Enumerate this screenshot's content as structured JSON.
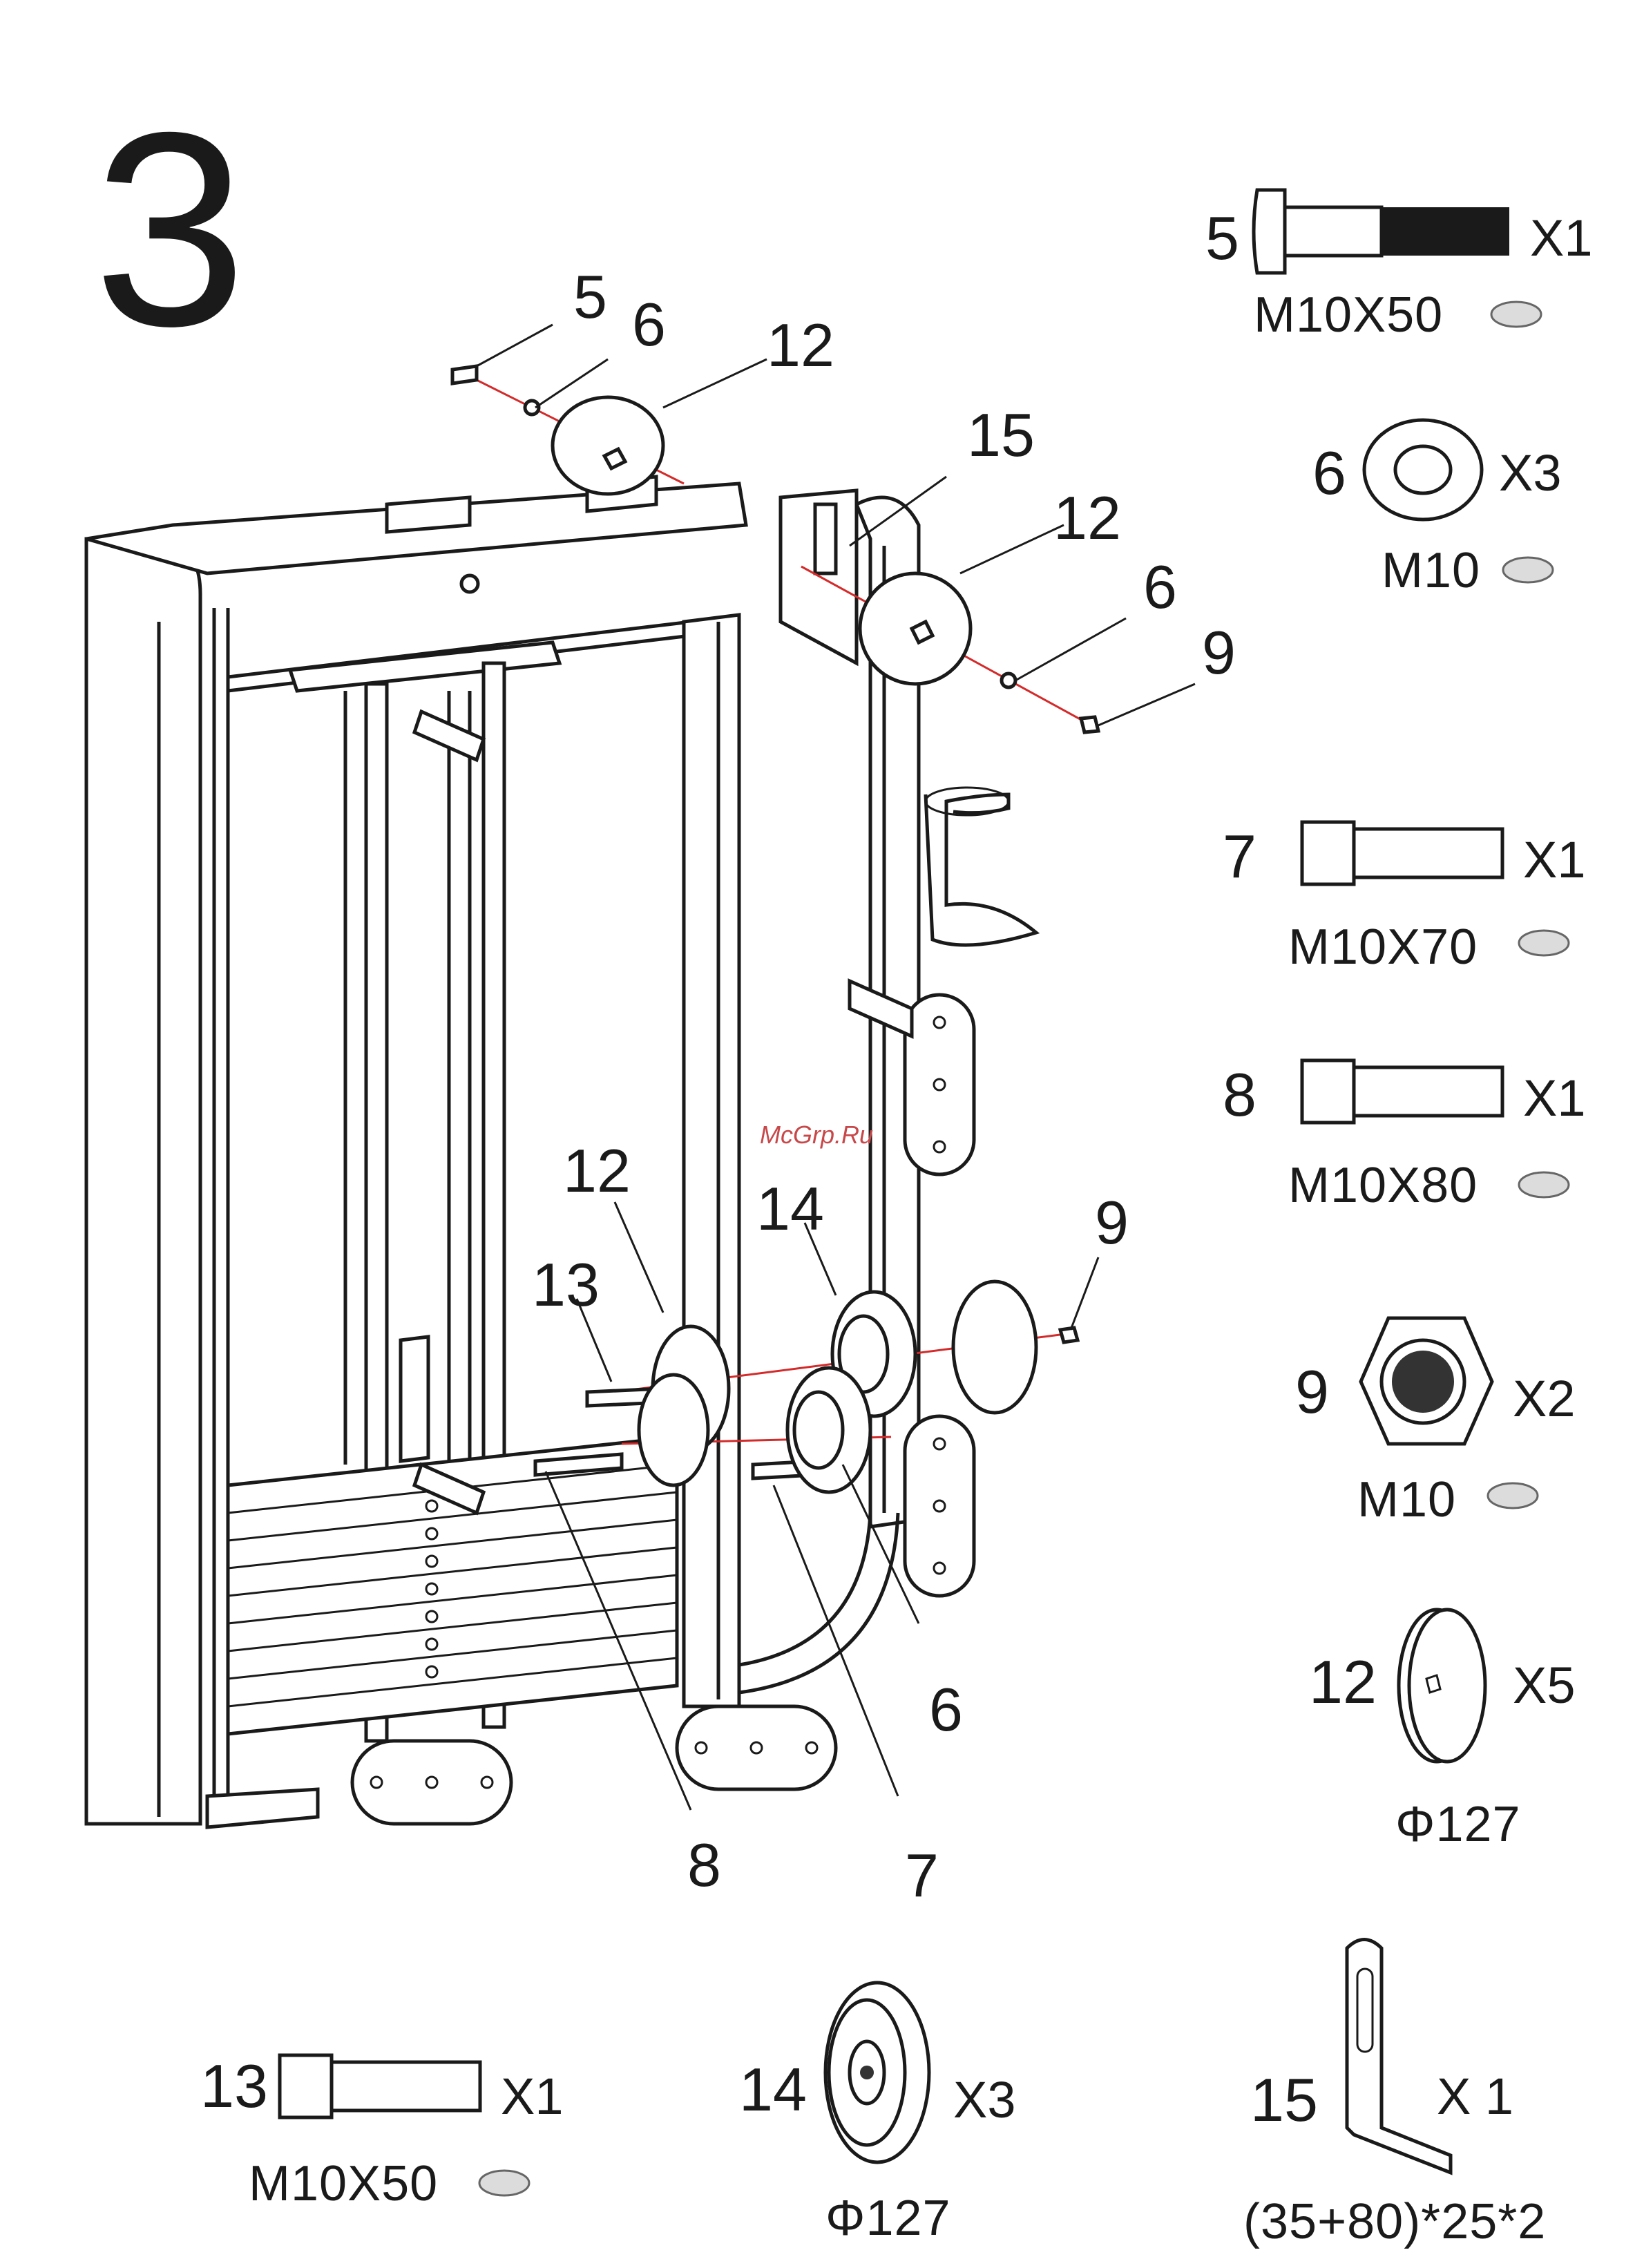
{
  "step_number": "3",
  "watermark": "McGrp.Ru",
  "callouts": {
    "top_5": "5",
    "top_6": "6",
    "top_12": "12",
    "right_15": "15",
    "right_12": "12",
    "right_6": "6",
    "right_9": "9",
    "low_12": "12",
    "low_14": "14",
    "low_13": "13",
    "low_9": "9",
    "low_6": "6",
    "low_8": "8",
    "low_7": "7"
  },
  "parts": [
    {
      "num": "5",
      "qty": "X1",
      "spec": "M10X50",
      "icon": "button-head-bolt"
    },
    {
      "num": "6",
      "qty": "X3",
      "spec": "M10",
      "icon": "washer"
    },
    {
      "num": "7",
      "qty": "X1",
      "spec": "M10X70",
      "icon": "socket-head-bolt"
    },
    {
      "num": "8",
      "qty": "X1",
      "spec": "M10X80",
      "icon": "socket-head-bolt"
    },
    {
      "num": "9",
      "qty": "X2",
      "spec": "M10",
      "icon": "lock-nut"
    },
    {
      "num": "12",
      "qty": "X5",
      "spec": "Φ127",
      "icon": "pulley-cover"
    },
    {
      "num": "13",
      "qty": "X1",
      "spec": "M10X50",
      "icon": "socket-head-bolt"
    },
    {
      "num": "14",
      "qty": "X3",
      "spec": "Φ127",
      "icon": "pulley"
    },
    {
      "num": "15",
      "qty": "X 1",
      "spec": "(35+80)*25*2",
      "icon": "l-bracket"
    }
  ]
}
